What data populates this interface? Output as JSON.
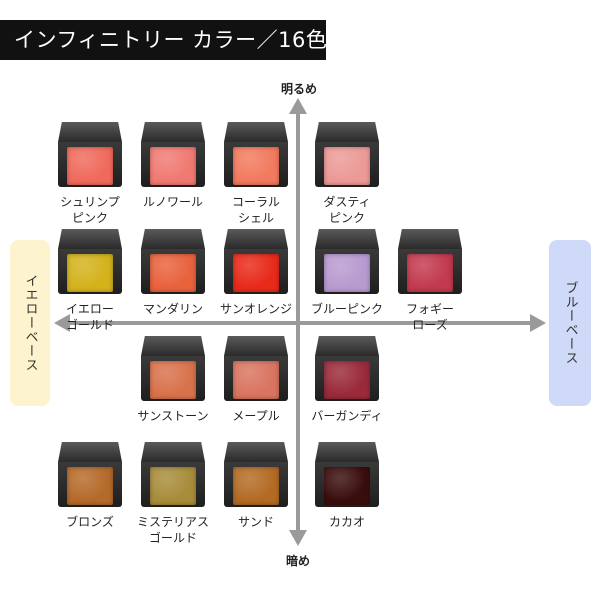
{
  "title": "インフィニトリー カラー／16色",
  "axes": {
    "top": "明るめ",
    "bottom": "暗め",
    "left": "イエローベース",
    "right": "ブルーベース"
  },
  "colors": {
    "title_bg": "#111111",
    "yellow_base_bg": "#fdf3cf",
    "blue_base_bg": "#cfdaf8",
    "axis": "#999999"
  },
  "swatches": [
    {
      "name_lines": [
        "シュリンプ",
        "ピンク"
      ],
      "color": "#f06a5c"
    },
    {
      "name_lines": [
        "ルノワール"
      ],
      "color": "#f07a72"
    },
    {
      "name_lines": [
        "コーラル",
        "シェル"
      ],
      "color": "#f27a5e"
    },
    {
      "name_lines": [
        "ダスティ",
        "ピンク"
      ],
      "color": "#eb9a96"
    },
    {
      "name_lines": [
        "イエロー",
        "ゴールド"
      ],
      "color": "#d4b21c"
    },
    {
      "name_lines": [
        "マンダリン"
      ],
      "color": "#e8623c"
    },
    {
      "name_lines": [
        "サンオレンジ"
      ],
      "color": "#e82a1a"
    },
    {
      "name_lines": [
        "ブルーピンク"
      ],
      "color": "#b89ad0"
    },
    {
      "name_lines": [
        "フォギー",
        "ローズ"
      ],
      "color": "#c23a4e"
    },
    {
      "name_lines": [
        "サンストーン"
      ],
      "color": "#d8724c"
    },
    {
      "name_lines": [
        "メープル"
      ],
      "color": "#d97460"
    },
    {
      "name_lines": [
        "バーガンディ"
      ],
      "color": "#9a2a3a"
    },
    {
      "name_lines": [
        "ブロンズ"
      ],
      "color": "#b56a2a"
    },
    {
      "name_lines": [
        "ミステリアス",
        "ゴールド"
      ],
      "color": "#a78c3a"
    },
    {
      "name_lines": [
        "サンド"
      ],
      "color": "#b36b24"
    },
    {
      "name_lines": [
        "カカオ"
      ],
      "color": "#3a0d0d"
    }
  ]
}
